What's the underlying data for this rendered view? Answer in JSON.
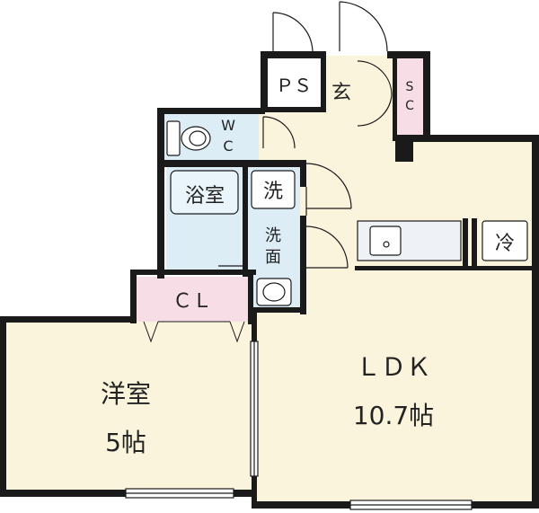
{
  "rooms": {
    "ldk": {
      "name": "ＬＤＫ",
      "size": "10.7帖"
    },
    "western": {
      "name": "洋室",
      "size": "5帖"
    },
    "closet": {
      "name": "ＣＬ"
    },
    "entrance": {
      "name": "玄"
    },
    "pipe_space": {
      "name": "ＰＳ"
    },
    "shoe_closet": {
      "line1": "S",
      "line2": "C"
    },
    "toilet": {
      "line1": "W",
      "line2": "C"
    },
    "bathroom": {
      "name": "浴室"
    },
    "laundry": {
      "name": "洗"
    },
    "washroom": {
      "line1": "洗",
      "line2": "面"
    },
    "fridge": {
      "name": "冷"
    }
  },
  "colors": {
    "wall": "#1a1a1a",
    "floor_wood": "#fbf4dc",
    "floor_wet": "#dcedf6",
    "closet_fill": "#f7dde5"
  }
}
